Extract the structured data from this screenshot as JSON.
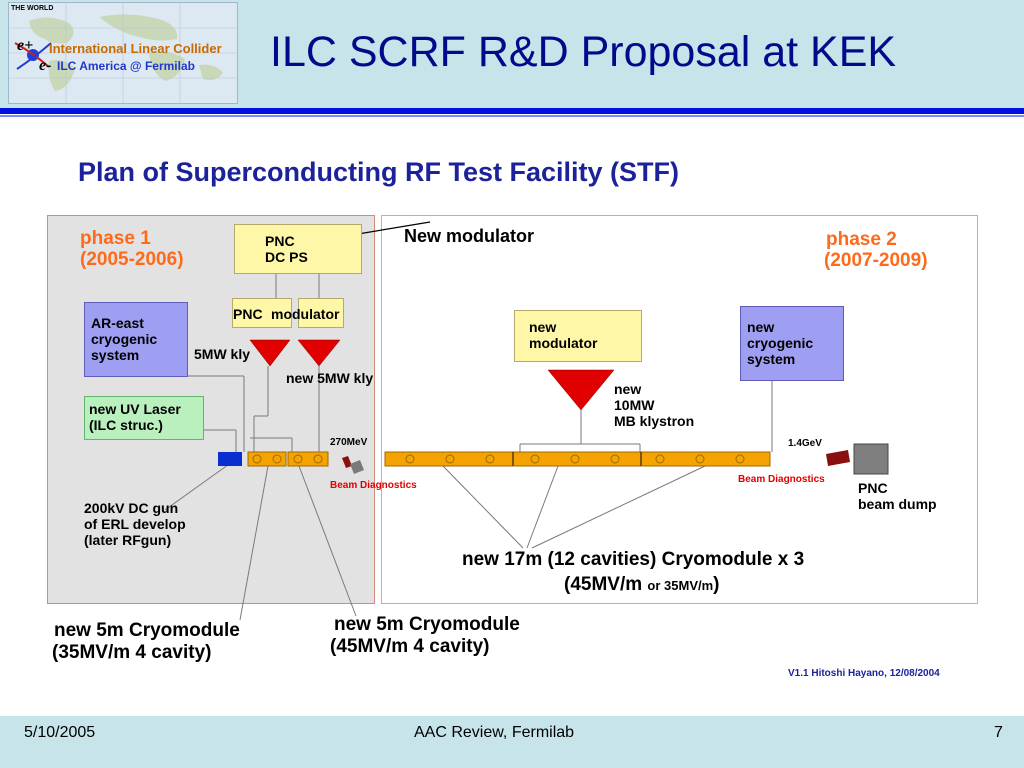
{
  "header": {
    "title": "ILC SCRF R&D Proposal at KEK",
    "logo": {
      "map_caption": "THE WORLD",
      "line1": "International Linear Collider",
      "line2": "ILC America @ Fermilab",
      "symbol_eplus": "e+",
      "symbol_eminus": "e-"
    }
  },
  "diagram": {
    "title": "Plan of Superconducting RF Test Facility (STF)",
    "phase1": {
      "label": "phase 1",
      "years": "(2005-2006)"
    },
    "phase2": {
      "label": "phase 2",
      "years": "(2007-2009)"
    },
    "pnc_dc_ps": {
      "line1": "PNC",
      "line2": "DC PS"
    },
    "new_modulator_callout": "New modulator",
    "pnc_modulator": {
      "left": "PNC",
      "right": "modulator"
    },
    "ar_east": {
      "line1": "AR-east",
      "line2": "cryogenic",
      "line3": "system"
    },
    "kly_5mw": "5MW kly",
    "new_5mw_kly": "new 5MW kly",
    "uv_laser": {
      "line1": "new UV Laser",
      "line2": "(ILC struc.)"
    },
    "energy_270": "270MeV",
    "beam_diag_left": "Beam Diagnostics",
    "dc_gun": {
      "line1": "200kV DC gun",
      "line2": "of ERL develop",
      "line3": "(later RFgun)"
    },
    "new_modulator_box": {
      "line1": "new",
      "line2": "modulator"
    },
    "new_klystron": {
      "line1": "new",
      "line2": "10MW",
      "line3": "MB klystron"
    },
    "new_cryo_system": {
      "line1": "new",
      "line2": "cryogenic",
      "line3": "system"
    },
    "energy_14": "1.4GeV",
    "beam_diag_right": "Beam Diagnostics",
    "beam_dump": {
      "line1": "PNC",
      "line2": "beam dump"
    },
    "cryomodule_17m": {
      "line1": "new 17m (12 cavities) Cryomodule  x  3",
      "line2_main": "(45MV/m ",
      "line2_small": "or 35MV/m",
      "line2_end": ")"
    },
    "cryomodule_5m_a": {
      "line1": "new 5m Cryomodule",
      "line2": "(35MV/m 4 cavity)"
    },
    "cryomodule_5m_b": {
      "line1": "new 5m Cryomodule",
      "line2": "(45MV/m 4 cavity)"
    },
    "version": "V1.1 Hitoshi Hayano, 12/08/2004"
  },
  "footer": {
    "date": "5/10/2005",
    "event": "AAC Review, Fermilab",
    "page": "7"
  },
  "colors": {
    "header_bg": "#c6e4ea",
    "accent_blue": "#0010e0",
    "title_navy": "#000a8a",
    "phase_orange": "#ff6a1a",
    "klystron_red": "#e00000",
    "cryomodule_orange": "#f4a300"
  }
}
